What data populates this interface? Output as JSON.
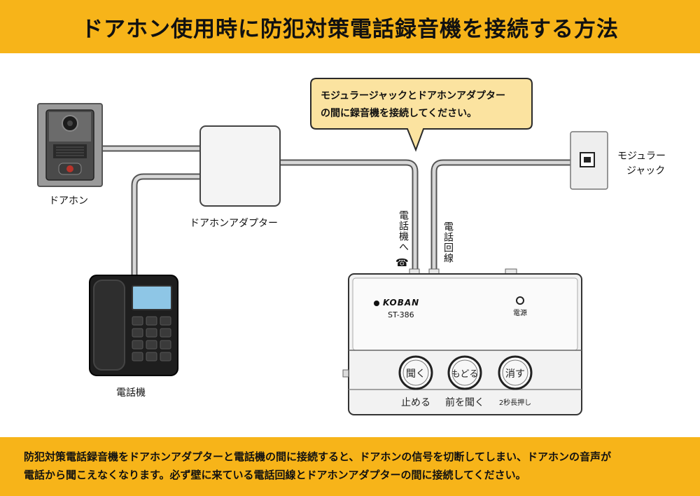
{
  "title": "ドアホン使用時に防犯対策電話録音機を接続する方法",
  "callout": {
    "line1": "モジュラージャックとドアホンアダプター",
    "line2": "の間に録音機を接続してください。"
  },
  "labels": {
    "doorphone": "ドアホン",
    "adapter": "ドアホンアダプター",
    "telephone": "電話機",
    "modular_jack_line1": "モジュラー",
    "modular_jack_line2": "ジャック",
    "to_phone": "電話機へ",
    "phone_line": "電話回線"
  },
  "recorder": {
    "brand": "KOBAN",
    "model": "ST-386",
    "power_label": "電源",
    "buttons": [
      {
        "top": "聞く",
        "bottom": "止める"
      },
      {
        "top": "もどる",
        "bottom": "前を聞く"
      },
      {
        "top": "消す",
        "bottom": "2秒長押し"
      }
    ]
  },
  "footer": {
    "line1": "防犯対策電話録音機をドアホンアダプターと電話機の間に接続すると、ドアホンの信号を切断してしまい、ドアホンの音声が",
    "line2": "電話から聞こえなくなります。必ず壁に来ている電話回線とドアホンアダプターの間に接続してください。"
  },
  "colors": {
    "accent": "#f7b419",
    "callout_fill": "#fbe3a0",
    "device_body": "#f2f2f2",
    "phone_body": "#222222",
    "phone_screen": "#8ec6e6"
  }
}
